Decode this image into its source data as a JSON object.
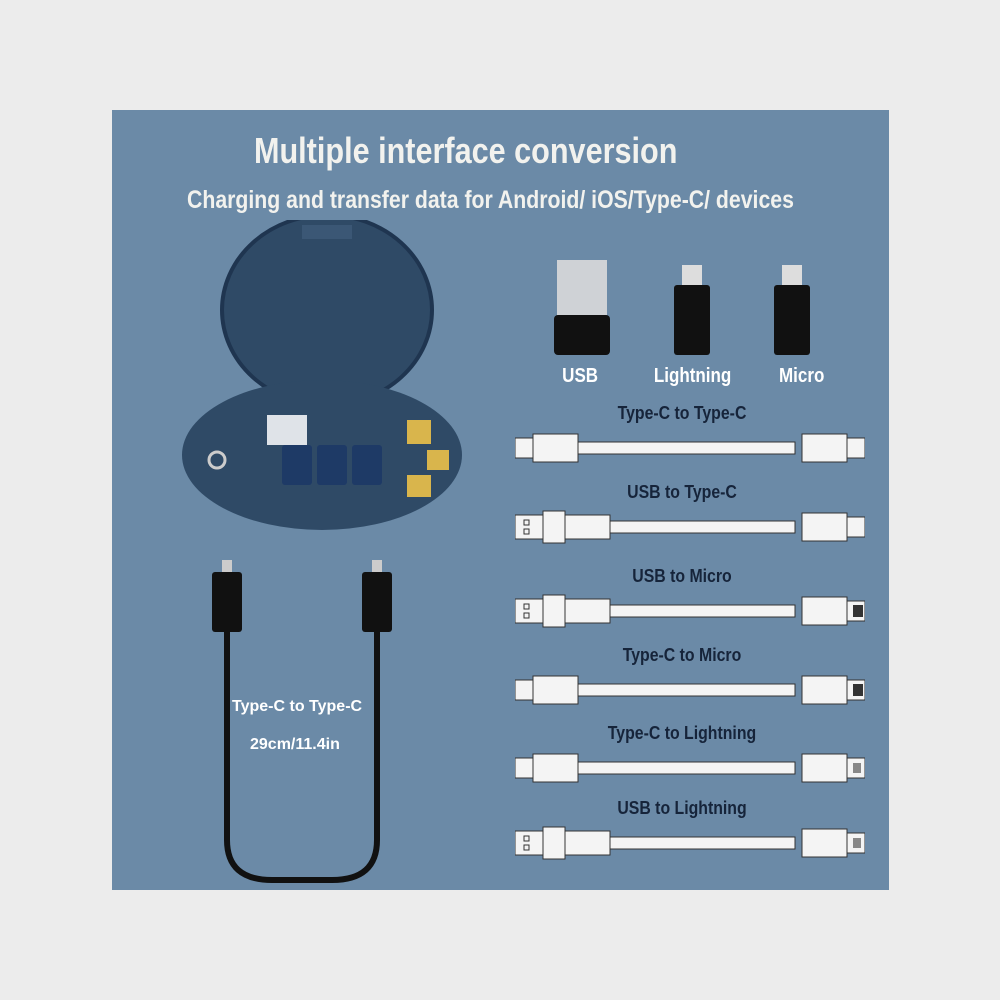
{
  "title": "Multiple interface conversion",
  "subtitle": "Charging and transfer data for Android/ iOS/Type-C/ devices",
  "adapters": [
    "USB",
    "Lightning",
    "Micro"
  ],
  "cables": [
    {
      "label": "Type-C to Type-C",
      "left": "c",
      "right": "c"
    },
    {
      "label": "USB to Type-C",
      "left": "usb",
      "right": "c"
    },
    {
      "label": "USB to Micro",
      "left": "usb",
      "right": "micro"
    },
    {
      "label": "Type-C to Micro",
      "left": "c",
      "right": "micro"
    },
    {
      "label": "Type-C to Lightning",
      "left": "c",
      "right": "lightning"
    },
    {
      "label": "USB to Lightning",
      "left": "usb",
      "right": "lightning"
    }
  ],
  "black_cable": {
    "label": "Type-C to Type-C",
    "length": "29cm/11.4in"
  },
  "colors": {
    "panel": "#6b8aa7",
    "case": "#2f4a66",
    "text_dark": "#16243a"
  }
}
